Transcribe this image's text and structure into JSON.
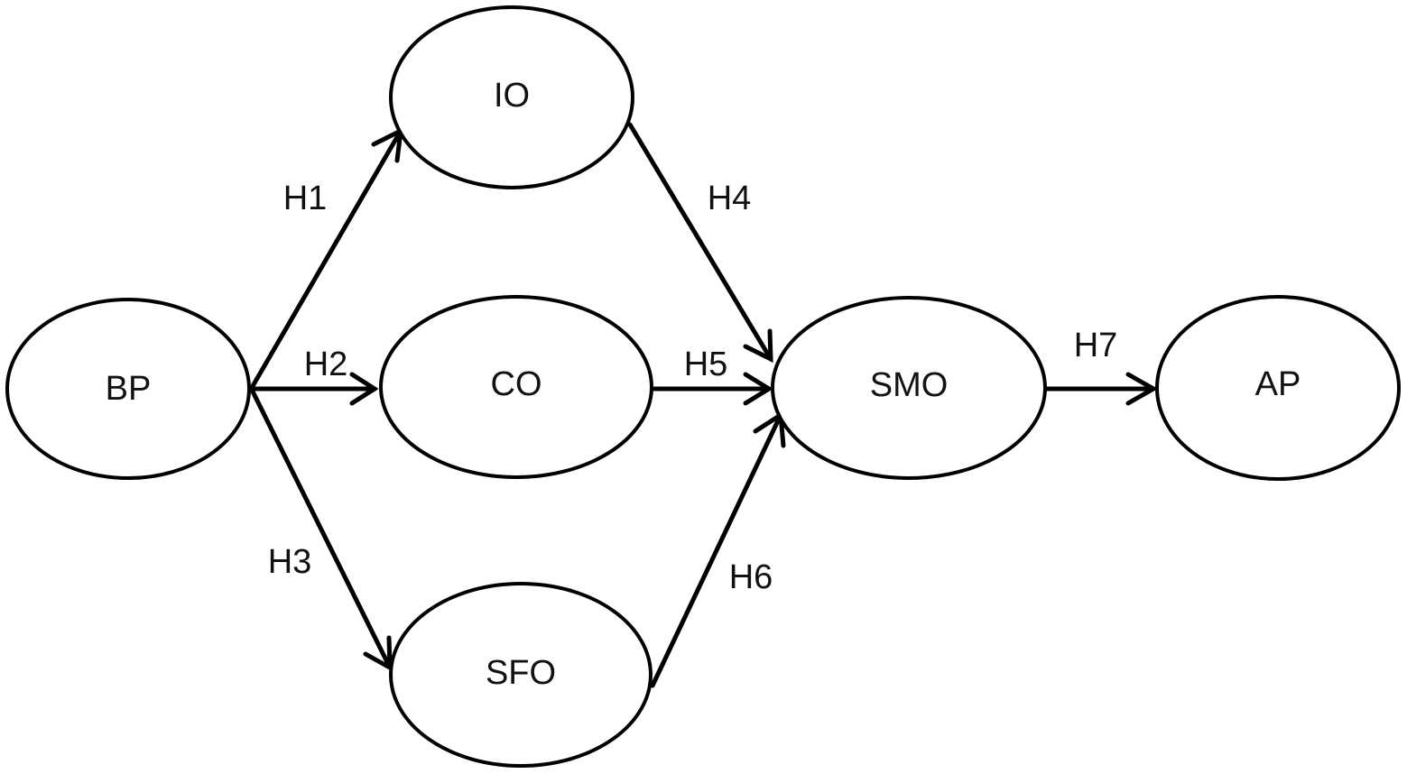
{
  "nodes": {
    "bp": "BP",
    "io": "IO",
    "co": "CO",
    "sfo": "SFO",
    "smo": "SMO",
    "ap": "AP"
  },
  "edges": {
    "h1": "H1",
    "h2": "H2",
    "h3": "H3",
    "h4": "H4",
    "h5": "H5",
    "h6": "H6",
    "h7": "H7"
  },
  "colors": {
    "stroke": "#000000",
    "background": "#ffffff"
  }
}
